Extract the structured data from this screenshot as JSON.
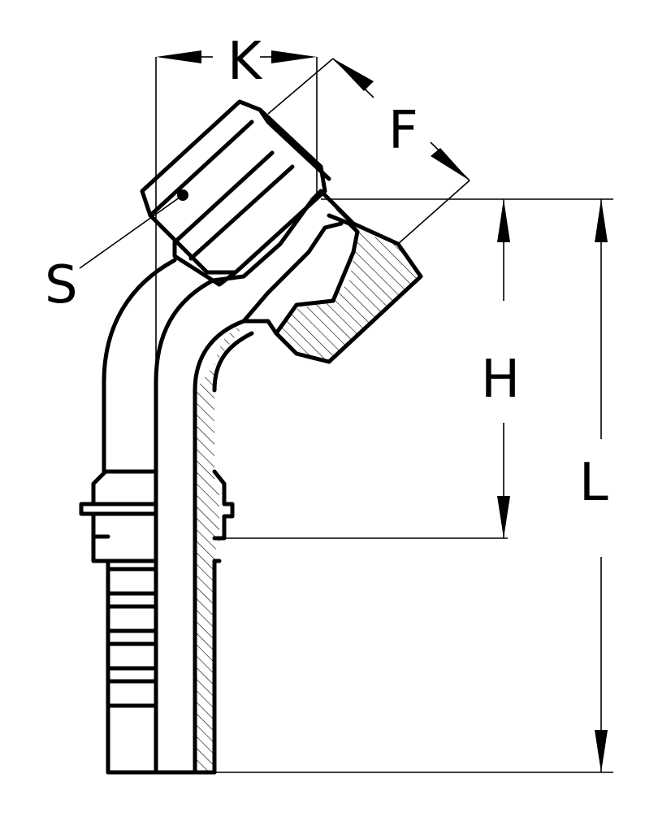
{
  "diagram": {
    "labels": {
      "K": "K",
      "F": "F",
      "S": "S",
      "H": "H",
      "L": "L"
    },
    "colors": {
      "line": "#000000",
      "background": "#ffffff"
    }
  }
}
